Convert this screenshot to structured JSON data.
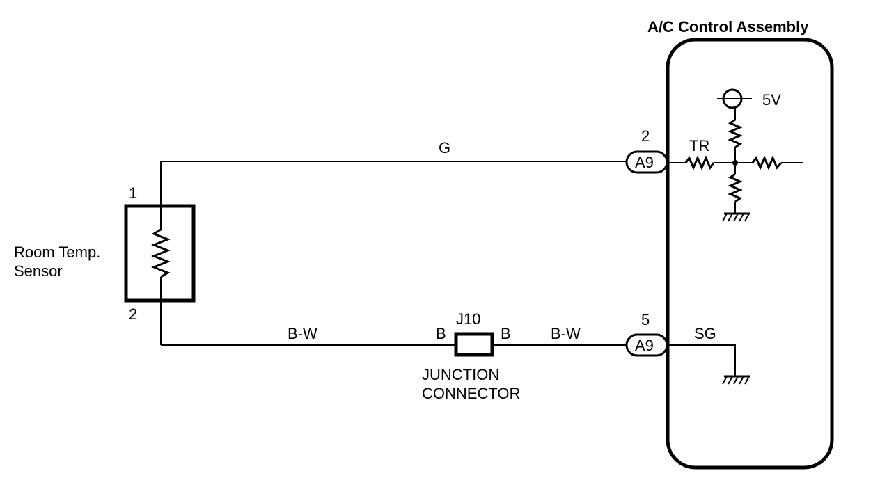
{
  "assembly": {
    "title": "A/C Control Assembly",
    "supply": "5V",
    "tr_label": "TR",
    "sg_label": "SG"
  },
  "sensor": {
    "name_line1": "Room Temp.",
    "name_line2": "Sensor",
    "pin_top": "1",
    "pin_bottom": "2"
  },
  "wires": {
    "top_color": "G",
    "bottom_left_color": "B-W",
    "bottom_right_color": "B-W"
  },
  "connectors": {
    "top": {
      "pin": "2",
      "id": "A9"
    },
    "bottom": {
      "pin": "5",
      "id": "A9"
    }
  },
  "junction": {
    "id": "J10",
    "left_pin": "B",
    "right_pin": "B",
    "name_line1": "JUNCTION",
    "name_line2": "CONNECTOR"
  }
}
